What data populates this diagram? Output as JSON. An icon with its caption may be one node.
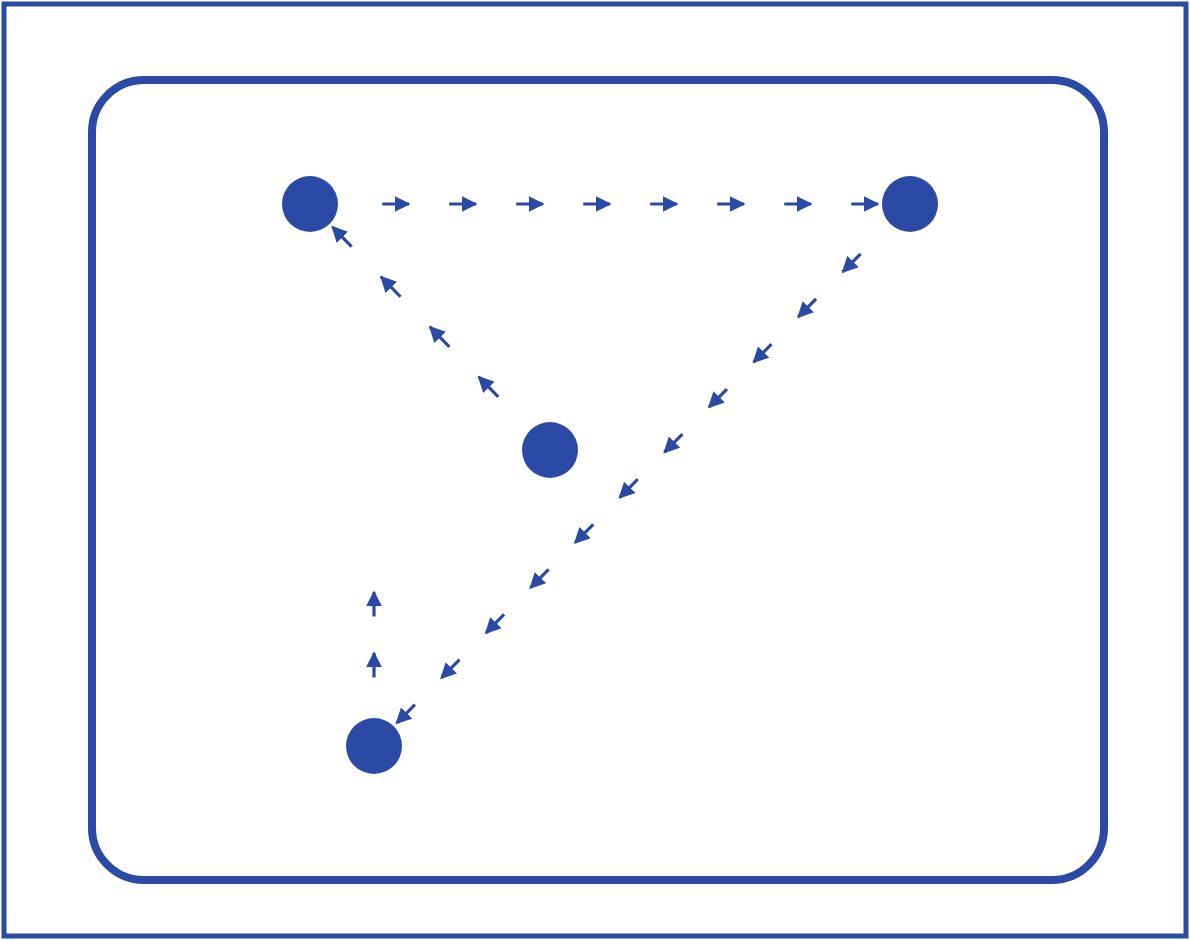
{
  "diagram": {
    "nodes": [
      {
        "text": [],
        "shape": "circle"
      },
      {
        "text": [],
        "shape": "circle"
      },
      {
        "text": [],
        "shape": "circle"
      },
      {
        "text": [],
        "shape": "circle"
      }
    ],
    "edges": [
      {
        "from": 0,
        "to": 1,
        "arrow": "to",
        "style": "dashed"
      },
      {
        "from": 1,
        "to": 3,
        "arrow": "to",
        "style": "dashed"
      },
      {
        "from": 2,
        "to": 0,
        "arrow": "to",
        "style": "dashed"
      },
      {
        "from": 3,
        "to": null,
        "arrow": "to",
        "style": "dashed"
      }
    ]
  }
}
